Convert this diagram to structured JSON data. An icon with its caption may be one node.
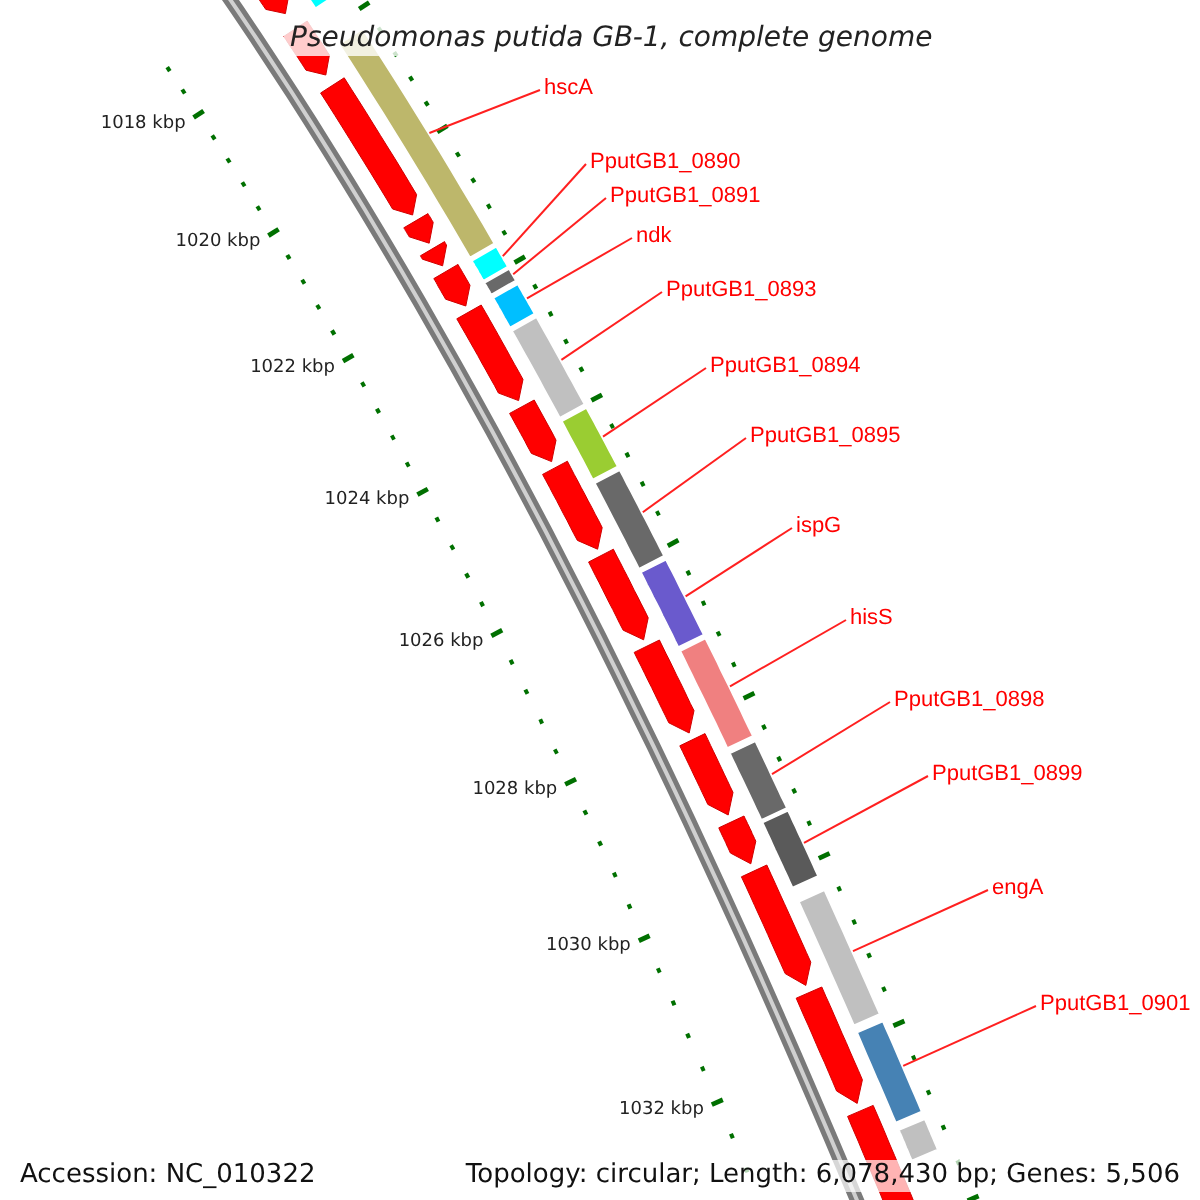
{
  "diagram": {
    "title": "Pseudomonas putida GB-1, complete genome",
    "nodes": [
      {
        "text": [
          "hscA"
        ]
      },
      {
        "text": [
          "PputGB1_0890"
        ]
      },
      {
        "text": [
          "PputGB1_0891"
        ]
      },
      {
        "text": [
          "ndk"
        ]
      },
      {
        "text": [
          "PputGB1_0893"
        ]
      },
      {
        "text": [
          "PputGB1_0894"
        ]
      },
      {
        "text": [
          "PputGB1_0895"
        ]
      },
      {
        "text": [
          "ispG"
        ]
      },
      {
        "text": [
          "hisS"
        ]
      },
      {
        "text": [
          "PputGB1_0898"
        ]
      },
      {
        "text": [
          "PputGB1_0899"
        ]
      },
      {
        "text": [
          "engA"
        ]
      },
      {
        "text": [
          "PputGB1_0901"
        ]
      },
      {
        "text": [],
        "shape": "bar"
      },
      {
        "text": [],
        "shape": "bar"
      },
      {
        "text": [],
        "shape": "bar"
      },
      {
        "text": [],
        "shape": "bar"
      },
      {
        "text": [],
        "shape": "bar"
      },
      {
        "text": [],
        "shape": "bar"
      },
      {
        "text": [],
        "shape": "bar"
      },
      {
        "text": [],
        "shape": "bar"
      },
      {
        "text": [],
        "shape": "bar"
      },
      {
        "text": [],
        "shape": "bar"
      },
      {
        "text": [],
        "shape": "bar"
      },
      {
        "text": [],
        "shape": "bar"
      },
      {
        "text": [],
        "shape": "bar"
      },
      {
        "text": [],
        "shape": "bar"
      },
      {
        "text": [],
        "shape": "bar"
      }
    ],
    "edges": [
      {
        "from": 0,
        "to": 14,
        "arrow": "none"
      },
      {
        "from": 1,
        "to": 15,
        "arrow": "none"
      },
      {
        "from": 2,
        "to": 16,
        "arrow": "none"
      },
      {
        "from": 3,
        "to": 17,
        "arrow": "none"
      },
      {
        "from": 4,
        "to": 18,
        "arrow": "none"
      },
      {
        "from": 5,
        "to": 19,
        "arrow": "none"
      },
      {
        "from": 6,
        "to": 20,
        "arrow": "none"
      },
      {
        "from": 7,
        "to": 21,
        "arrow": "none"
      },
      {
        "from": 8,
        "to": 22,
        "arrow": "none"
      },
      {
        "from": 9,
        "to": 23,
        "arrow": "none"
      },
      {
        "from": 10,
        "to": 24,
        "arrow": "none"
      },
      {
        "from": 11,
        "to": 25,
        "arrow": "none"
      },
      {
        "from": 12,
        "to": 26,
        "arrow": "none"
      }
    ],
    "labels": [
      "1018 kbp",
      "1020 kbp",
      "1022 kbp",
      "1024 kbp",
      "1026 kbp",
      "1028 kbp",
      "1030 kbp",
      "1032 kbp",
      "Accession: NC_010322",
      "Topology: circular; Length: 6,078,430 bp; Genes: 5,506"
    ]
  }
}
